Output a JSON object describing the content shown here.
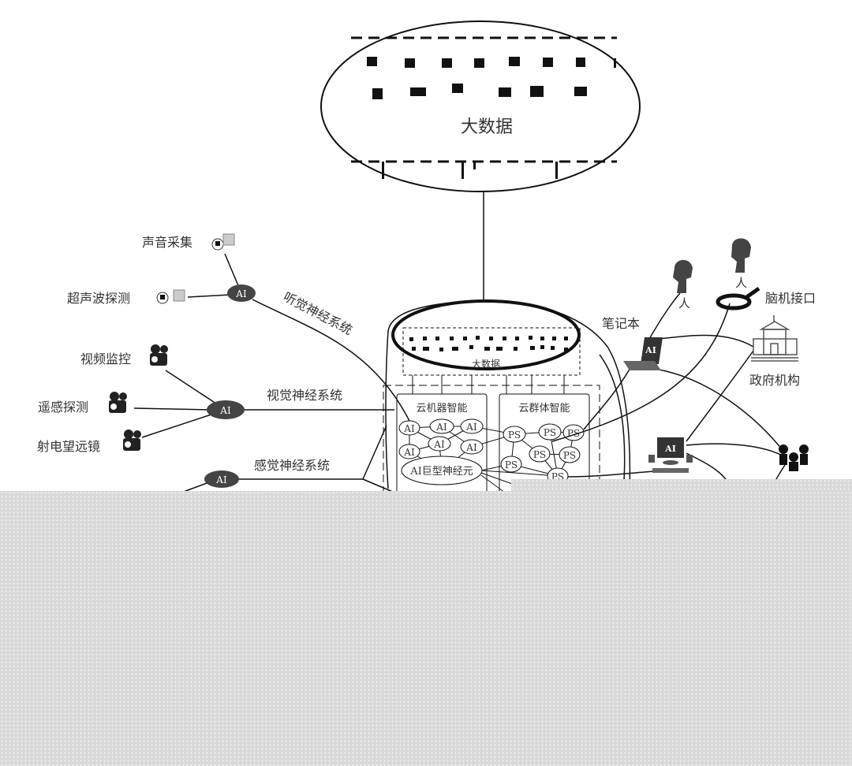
{
  "top_cloud": {
    "label": "大数据"
  },
  "brain": {
    "inner_data_label": "大数据",
    "cloud_machine": {
      "title": "云机器智能",
      "nodes": [
        "AI",
        "AI",
        "AI",
        "AI",
        "AI",
        "AI"
      ],
      "giant_neuron": "AI巨型神经元"
    },
    "cloud_swarm": {
      "title": "云群体智能",
      "nodes": [
        "PS",
        "PS",
        "PS",
        "PS",
        "PS",
        "PS",
        "PS"
      ]
    }
  },
  "left": {
    "auditory": {
      "system_label": "听觉神经系统",
      "node": "AI",
      "sensors": [
        "声音采集",
        "超声波探测"
      ]
    },
    "visual": {
      "system_label": "视觉神经系统",
      "node": "AI",
      "sensors": [
        "视频监控",
        "遥感探测",
        "射电望远镜"
      ]
    },
    "sensory": {
      "system_label": "感觉神经系统",
      "node": "AI"
    }
  },
  "right": {
    "laptop_label": "笔记本",
    "laptop_screen": "AI",
    "person_labels": [
      "人",
      "人"
    ],
    "bci_label": "脑机接口",
    "gov_label": "政府机构",
    "desktop_screen": "AI"
  },
  "colors": {
    "ink": "#111111",
    "text": "#333333",
    "node_fill": "#444444",
    "overlay": "#d9d9d9"
  }
}
